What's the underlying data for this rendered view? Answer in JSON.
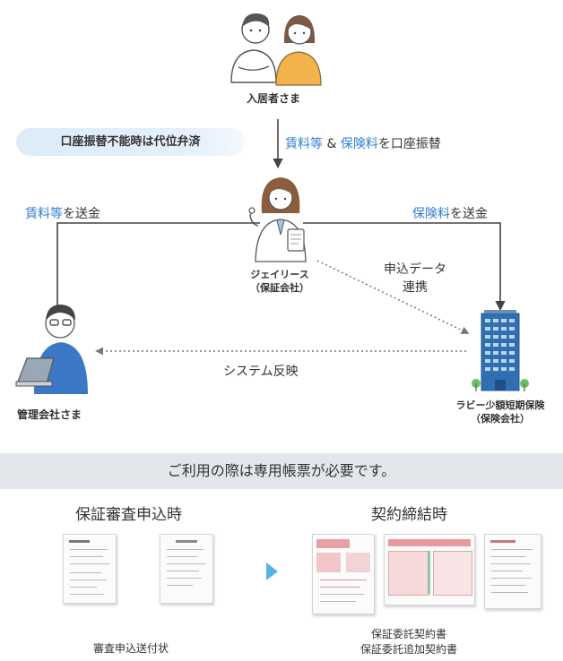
{
  "actors": {
    "tenant": "入居者さま",
    "guarantor_name": "ジェイリース",
    "guarantor_role": "（保証会社）",
    "manager": "管理会社さま",
    "insurer_name": "ラビー少額短期保険",
    "insurer_role": "（保険会社）"
  },
  "flows": {
    "subrogation": "口座振替不能時は代位弁済",
    "debit_part1": "賃料等",
    "debit_part2": " & ",
    "debit_part3": "保険料",
    "debit_part4": "を口座振替",
    "rent_part1": "賃料等",
    "rent_part2": "を送金",
    "premium_part1": "保険料",
    "premium_part2": "を送金",
    "data_link_line1": "申込データ",
    "data_link_line2": "連携",
    "system": "システム反映"
  },
  "banner": "ご利用の際は専用帳票が必要です。",
  "forms": {
    "application_heading": "保証審査申込時",
    "contract_heading": "契約締結時",
    "application_caption": "審査申込送付状",
    "contract_caption_line1": "保証委託契約書",
    "contract_caption_line2": "保証委託追加契約書"
  },
  "colors": {
    "accent_blue": "#2f7fd4",
    "pill_bg": "#dcecf9",
    "banner_bg": "#e3e6ea",
    "line": "#444444"
  }
}
